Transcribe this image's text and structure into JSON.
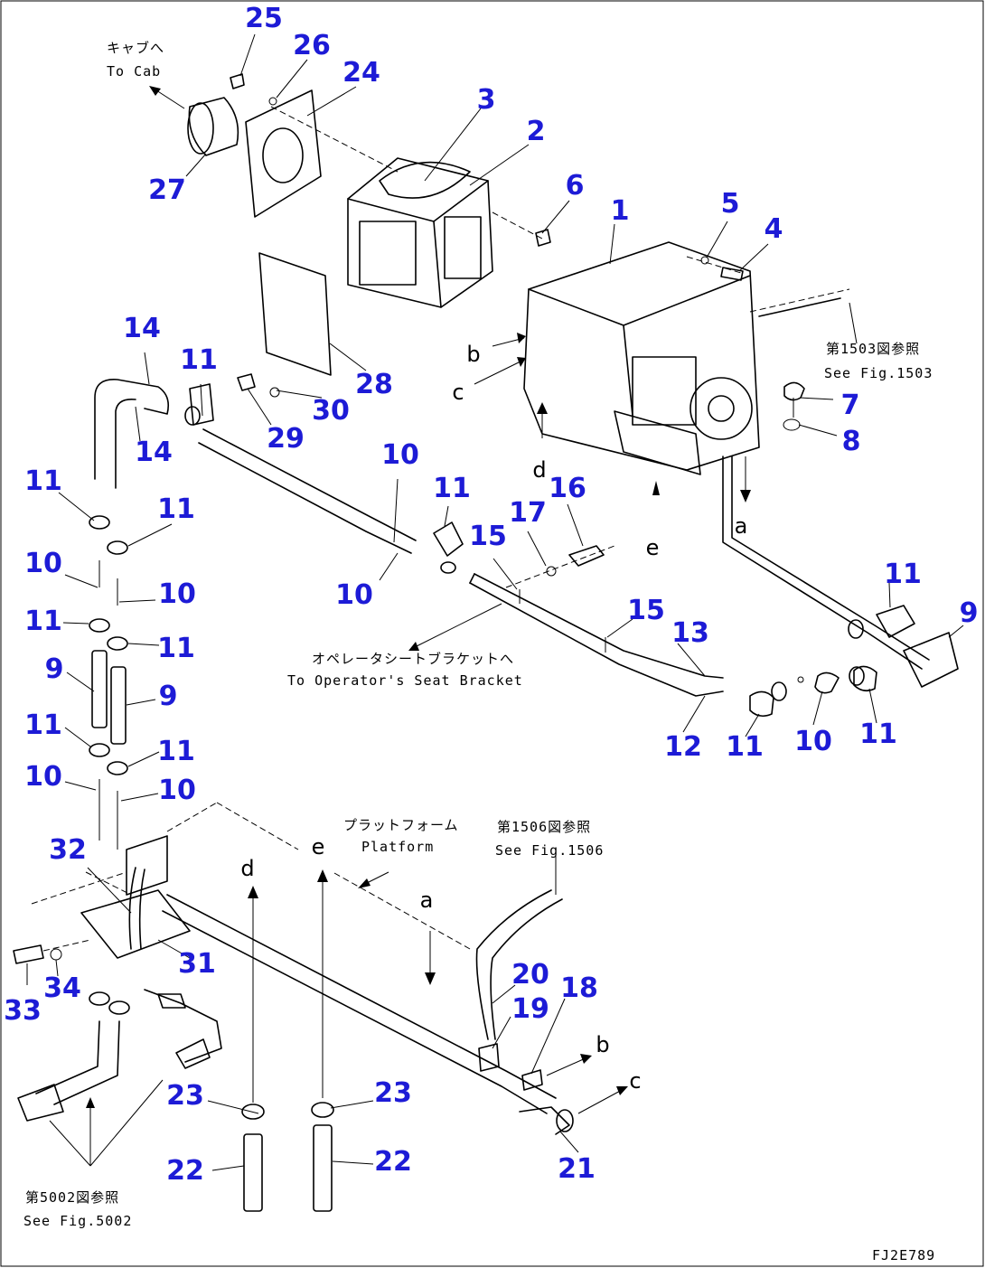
{
  "callouts": [
    {
      "id": "c25",
      "text": "25"
    },
    {
      "id": "c26",
      "text": "26"
    },
    {
      "id": "c24",
      "text": "24"
    },
    {
      "id": "c3",
      "text": "3"
    },
    {
      "id": "c2",
      "text": "2"
    },
    {
      "id": "c27",
      "text": "27"
    },
    {
      "id": "c6",
      "text": "6"
    },
    {
      "id": "c1",
      "text": "1"
    },
    {
      "id": "c5",
      "text": "5"
    },
    {
      "id": "c4",
      "text": "4"
    },
    {
      "id": "c14a",
      "text": "14"
    },
    {
      "id": "c11a",
      "text": "11"
    },
    {
      "id": "c28",
      "text": "28"
    },
    {
      "id": "c30",
      "text": "30"
    },
    {
      "id": "c7",
      "text": "7"
    },
    {
      "id": "c14b",
      "text": "14"
    },
    {
      "id": "c29",
      "text": "29"
    },
    {
      "id": "c8",
      "text": "8"
    },
    {
      "id": "c10a",
      "text": "10"
    },
    {
      "id": "c11b",
      "text": "11"
    },
    {
      "id": "c11c",
      "text": "11"
    },
    {
      "id": "c16",
      "text": "16"
    },
    {
      "id": "c11d",
      "text": "11"
    },
    {
      "id": "c17",
      "text": "17"
    },
    {
      "id": "c15a",
      "text": "15"
    },
    {
      "id": "c10b",
      "text": "10"
    },
    {
      "id": "c10c",
      "text": "10"
    },
    {
      "id": "c10d",
      "text": "10"
    },
    {
      "id": "c11e",
      "text": "11"
    },
    {
      "id": "c11f",
      "text": "11"
    },
    {
      "id": "c9a",
      "text": "9"
    },
    {
      "id": "c9b",
      "text": "9"
    },
    {
      "id": "c15b",
      "text": "15"
    },
    {
      "id": "c13",
      "text": "13"
    },
    {
      "id": "c11g",
      "text": "11"
    },
    {
      "id": "c11h",
      "text": "11"
    },
    {
      "id": "c12",
      "text": "12"
    },
    {
      "id": "c11i",
      "text": "11"
    },
    {
      "id": "c10e",
      "text": "10"
    },
    {
      "id": "c11j",
      "text": "11"
    },
    {
      "id": "c9c",
      "text": "9"
    },
    {
      "id": "c10f",
      "text": "10"
    },
    {
      "id": "c10g",
      "text": "10"
    },
    {
      "id": "c32",
      "text": "32"
    },
    {
      "id": "c20",
      "text": "20"
    },
    {
      "id": "c31",
      "text": "31"
    },
    {
      "id": "c33",
      "text": "33"
    },
    {
      "id": "c34",
      "text": "34"
    },
    {
      "id": "c19",
      "text": "19"
    },
    {
      "id": "c18",
      "text": "18"
    },
    {
      "id": "c23a",
      "text": "23"
    },
    {
      "id": "c23b",
      "text": "23"
    },
    {
      "id": "c22a",
      "text": "22"
    },
    {
      "id": "c22b",
      "text": "22"
    },
    {
      "id": "c21",
      "text": "21"
    }
  ],
  "refs": [
    {
      "id": "ra",
      "text": "a"
    },
    {
      "id": "rb",
      "text": "b"
    },
    {
      "id": "rc",
      "text": "c"
    },
    {
      "id": "rd",
      "text": "d"
    },
    {
      "id": "re",
      "text": "e"
    },
    {
      "id": "ra2",
      "text": "a"
    },
    {
      "id": "rb2",
      "text": "b"
    },
    {
      "id": "rc2",
      "text": "c"
    },
    {
      "id": "rd2",
      "text": "d"
    },
    {
      "id": "re2",
      "text": "e"
    }
  ],
  "labels": {
    "to_cab_jp": "キャブへ",
    "to_cab_en": "To Cab",
    "fig1503_jp": "第1503図参照",
    "fig1503_en": "See Fig.1503",
    "seat_jp": "オペレータシートブラケットへ",
    "seat_en": "To Operator's Seat Bracket",
    "platform_jp": "プラットフォーム",
    "platform_en": "Platform",
    "fig1506_jp": "第1506図参照",
    "fig1506_en": "See Fig.1506",
    "fig5002_jp": "第5002図参照",
    "fig5002_en": "See Fig.5002",
    "drawing_code": "FJ2E789"
  },
  "colors": {
    "callout": "#1d1bd6",
    "line": "#000000",
    "background": "#ffffff"
  }
}
